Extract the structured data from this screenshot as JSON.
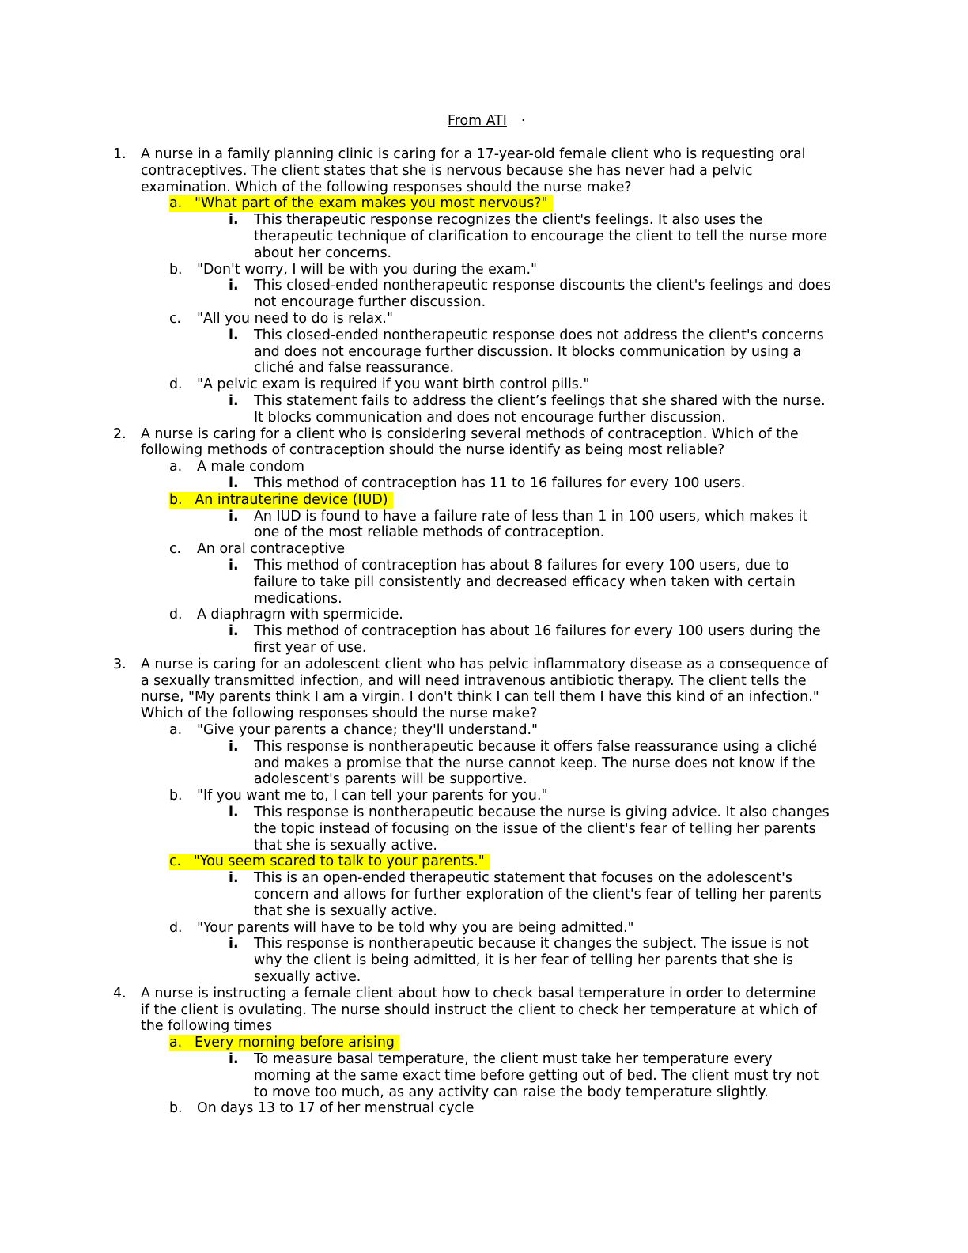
{
  "title": "From ATI",
  "title_bullet": "·",
  "questions": [
    {
      "num": "1.",
      "stem": [
        "A nurse in a family planning clinic is caring for a 17-year-old female client who is requesting oral",
        "contraceptives. The client states that she is nervous because she has never had a pelvic",
        "examination. Which of the following responses should the nurse make?"
      ],
      "options": [
        {
          "letter": "a.",
          "text": "\"What part of the exam makes you most nervous?\"",
          "highlight": true,
          "rationale": [
            "This therapeutic response recognizes the client's feelings. It also uses the",
            "therapeutic technique of clarification to encourage the client to tell the nurse more",
            "about her concerns."
          ]
        },
        {
          "letter": "b.",
          "text": "\"Don't worry, I will be with you during the exam.\"",
          "highlight": false,
          "rationale": [
            "This closed-ended nontherapeutic response discounts the client's feelings and does",
            "not encourage further discussion."
          ]
        },
        {
          "letter": "c.",
          "text": "\"All you need to do is relax.\"",
          "highlight": false,
          "rationale": [
            "This closed-ended nontherapeutic response does not address the client's concerns",
            "and does not encourage further discussion. It blocks communication by using a",
            "cliché and false reassurance."
          ]
        },
        {
          "letter": "d.",
          "text": "\"A pelvic exam is required if you want birth control pills.\"",
          "highlight": false,
          "rationale": [
            "This statement fails to address the client’s feelings that she shared with the nurse.",
            "It blocks communication and does not encourage further discussion."
          ]
        }
      ]
    },
    {
      "num": "2.",
      "stem": [
        "A nurse is caring for a client who is considering several methods of contraception. Which of the",
        "following methods of contraception should the nurse identify as being most reliable?"
      ],
      "options": [
        {
          "letter": "a.",
          "text": "A male condom",
          "highlight": false,
          "rationale": [
            "This method of contraception has 11 to 16 failures for every 100 users."
          ]
        },
        {
          "letter": "b.",
          "text": "An intrauterine device (IUD)",
          "highlight": true,
          "rationale": [
            "An IUD is found to have a failure rate of less than 1 in 100 users, which makes it",
            "one of the most reliable methods of contraception."
          ]
        },
        {
          "letter": "c.",
          "text": "An oral contraceptive",
          "highlight": false,
          "rationale": [
            "This method of contraception has about 8 failures for every 100 users, due to",
            "failure to take pill consistently and decreased efficacy when taken with certain",
            "medications."
          ]
        },
        {
          "letter": "d.",
          "text": "A diaphragm with spermicide.",
          "highlight": false,
          "rationale": [
            "This method of contraception has about 16 failures for every 100 users during the",
            "first year of use."
          ]
        }
      ]
    },
    {
      "num": "3.",
      "stem": [
        "A nurse is caring for an adolescent client who has pelvic inflammatory disease as a consequence of",
        "a sexually transmitted infection, and will need intravenous antibiotic therapy. The client tells the",
        "nurse, \"My parents think I am a virgin. I don't think I can tell them I have this kind of an infection.\"",
        "Which of the following responses should the nurse make?"
      ],
      "options": [
        {
          "letter": "a.",
          "text": "\"Give your parents a chance; they'll understand.\"",
          "highlight": false,
          "rationale": [
            "This response is nontherapeutic because it offers false reassurance using a cliché",
            "and makes a promise that the nurse cannot keep. The nurse does not know if the",
            "adolescent's parents will be supportive."
          ]
        },
        {
          "letter": "b.",
          "text": "\"If you want me to, I can tell your parents for you.\"",
          "highlight": false,
          "rationale": [
            "This response is nontherapeutic because the nurse is giving advice. It also changes",
            "the topic instead of focusing on the issue of the client's fear of telling her parents",
            "that she is sexually active."
          ]
        },
        {
          "letter": "c.",
          "text": "\"You seem scared to talk to your parents.\"",
          "highlight": true,
          "rationale": [
            "This is an open-ended therapeutic statement that focuses on the adolescent's",
            "concern and allows for further exploration of the client's fear of telling her parents",
            "that she is sexually active."
          ]
        },
        {
          "letter": "d.",
          "text": "\"Your parents will have to be told why you are being admitted.\"",
          "highlight": false,
          "rationale": [
            "This response is nontherapeutic because it changes the subject. The issue is not",
            "why the client is being admitted, it is her fear of telling her parents that she is",
            "sexually active."
          ]
        }
      ]
    },
    {
      "num": "4.",
      "stem": [
        "A nurse is instructing a female client about how to check basal temperature in order to determine",
        "if the client is ovulating. The nurse should instruct the client to check her temperature at which of",
        "the following times"
      ],
      "options": [
        {
          "letter": "a.",
          "text": "Every morning before arising",
          "highlight": true,
          "rationale": [
            "To measure basal temperature, the client must take her temperature every",
            "morning at the same exact time before getting out of bed. The client must try not",
            "to move too much, as any activity can raise the body temperature slightly."
          ]
        },
        {
          "letter": "b.",
          "text": "On days 13 to 17 of her menstrual cycle",
          "highlight": false,
          "rationale": []
        }
      ]
    }
  ],
  "rationale_marker": "i.",
  "highlight_color": "#ffff00"
}
